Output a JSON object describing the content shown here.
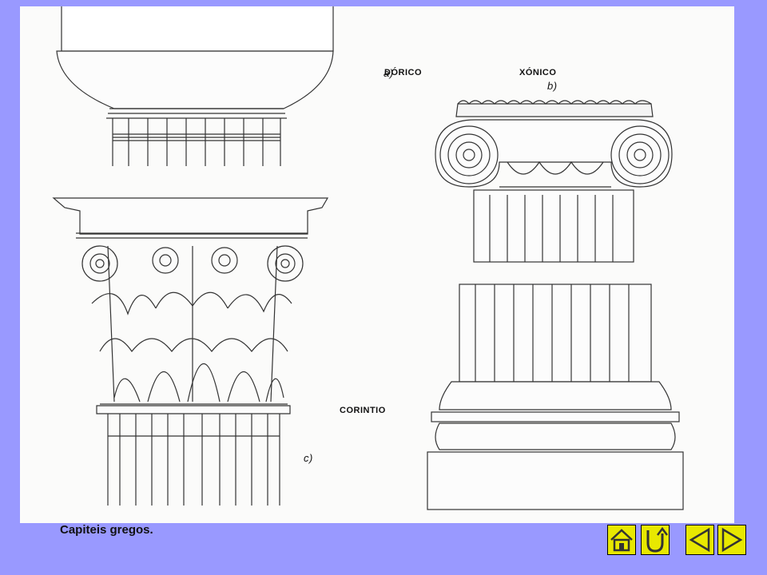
{
  "labels": {
    "doric": "DÓRICO",
    "ionic": "XÓNICO",
    "corinthian": "CORINTIO",
    "fig_a": "a)",
    "fig_b": "b)",
    "fig_c": "c)"
  },
  "caption": "Capiteis gregos.",
  "nav": [
    {
      "name": "home-button",
      "icon": "home-icon"
    },
    {
      "name": "return-button",
      "icon": "u-turn-icon"
    },
    {
      "name": "previous-button",
      "icon": "triangle-left-icon"
    },
    {
      "name": "next-button",
      "icon": "triangle-right-icon"
    }
  ],
  "colors": {
    "background": "#9999ff",
    "button": "#e8e800",
    "panel": "#fbfbfa"
  }
}
